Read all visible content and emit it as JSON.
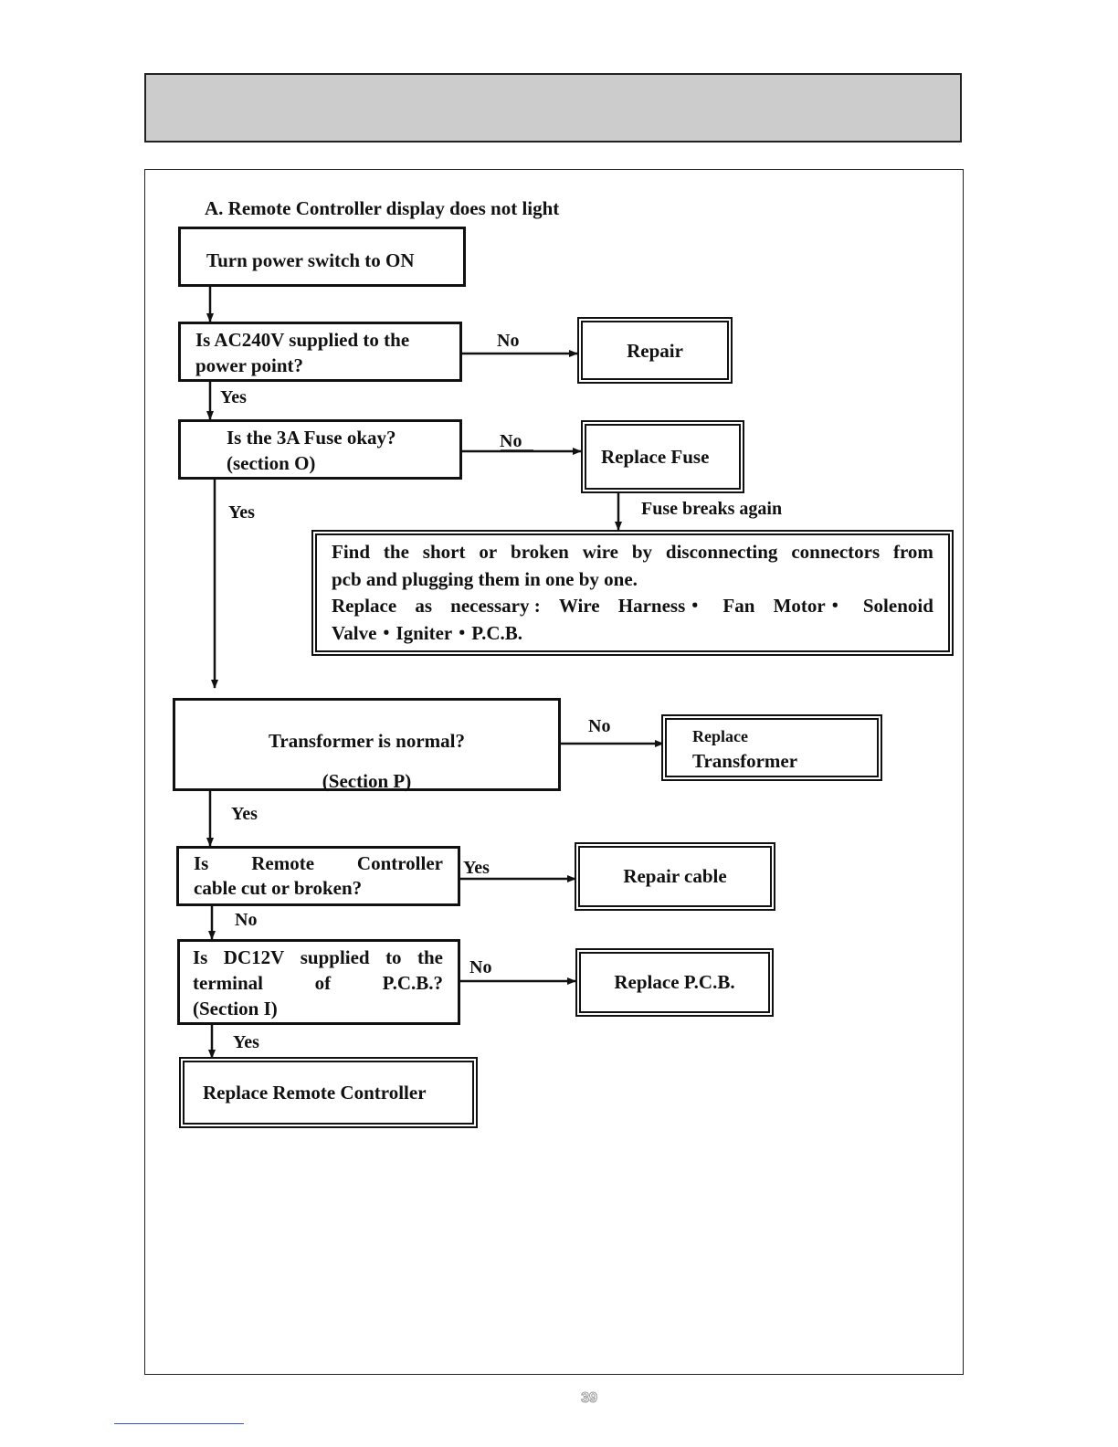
{
  "section_title": "A.   Remote Controller display does not light",
  "nodes": {
    "power_switch": "Turn power switch to ON",
    "ac240v_q": [
      "Is AC240V supplied to the",
      "power point?"
    ],
    "repair": "Repair",
    "fuse_q": [
      "Is the 3A Fuse okay?",
      "(section O)"
    ],
    "replace_fuse": "Replace Fuse",
    "short_wire": {
      "line1": [
        "Find",
        "the",
        "short",
        "or",
        "broken",
        "wire",
        "by",
        "disconnecting",
        "connectors",
        "from"
      ],
      "line2": "pcb and plugging them in one by one.",
      "line3": [
        "Replace",
        "as",
        "necessary :",
        "Wire",
        "Harness・",
        "Fan",
        "Motor・",
        "Solenoid"
      ],
      "line4": "Valve・Igniter・P.C.B."
    },
    "transformer_q": [
      "Transformer is normal?",
      "(Section P)"
    ],
    "replace_transformer": [
      "Replace",
      "Transformer"
    ],
    "cable_q": {
      "line1": [
        "Is",
        "Remote",
        "Controller"
      ],
      "line2": "cable cut or broken?"
    },
    "repair_cable": "Repair cable",
    "dc12v_q": {
      "line1": [
        "Is",
        "DC12V",
        "supplied",
        "to",
        "the"
      ],
      "line2": [
        "terminal",
        "of",
        "P.C.B.?"
      ],
      "line3": "(Section I)"
    },
    "replace_pcb": "Replace P.C.B.",
    "replace_remote": "Replace Remote Controller"
  },
  "edge_labels": {
    "ac_no": "No",
    "ac_yes": "Yes",
    "fuse_no": "No",
    "fuse_yes": "Yes",
    "fuse_breaks": "Fuse breaks again",
    "transformer_no": "No",
    "transformer_yes": "Yes",
    "cable_yes": "Yes",
    "cable_no": "No",
    "dc12v_no": "No",
    "dc12v_yes": "Yes"
  },
  "page_number": "39"
}
